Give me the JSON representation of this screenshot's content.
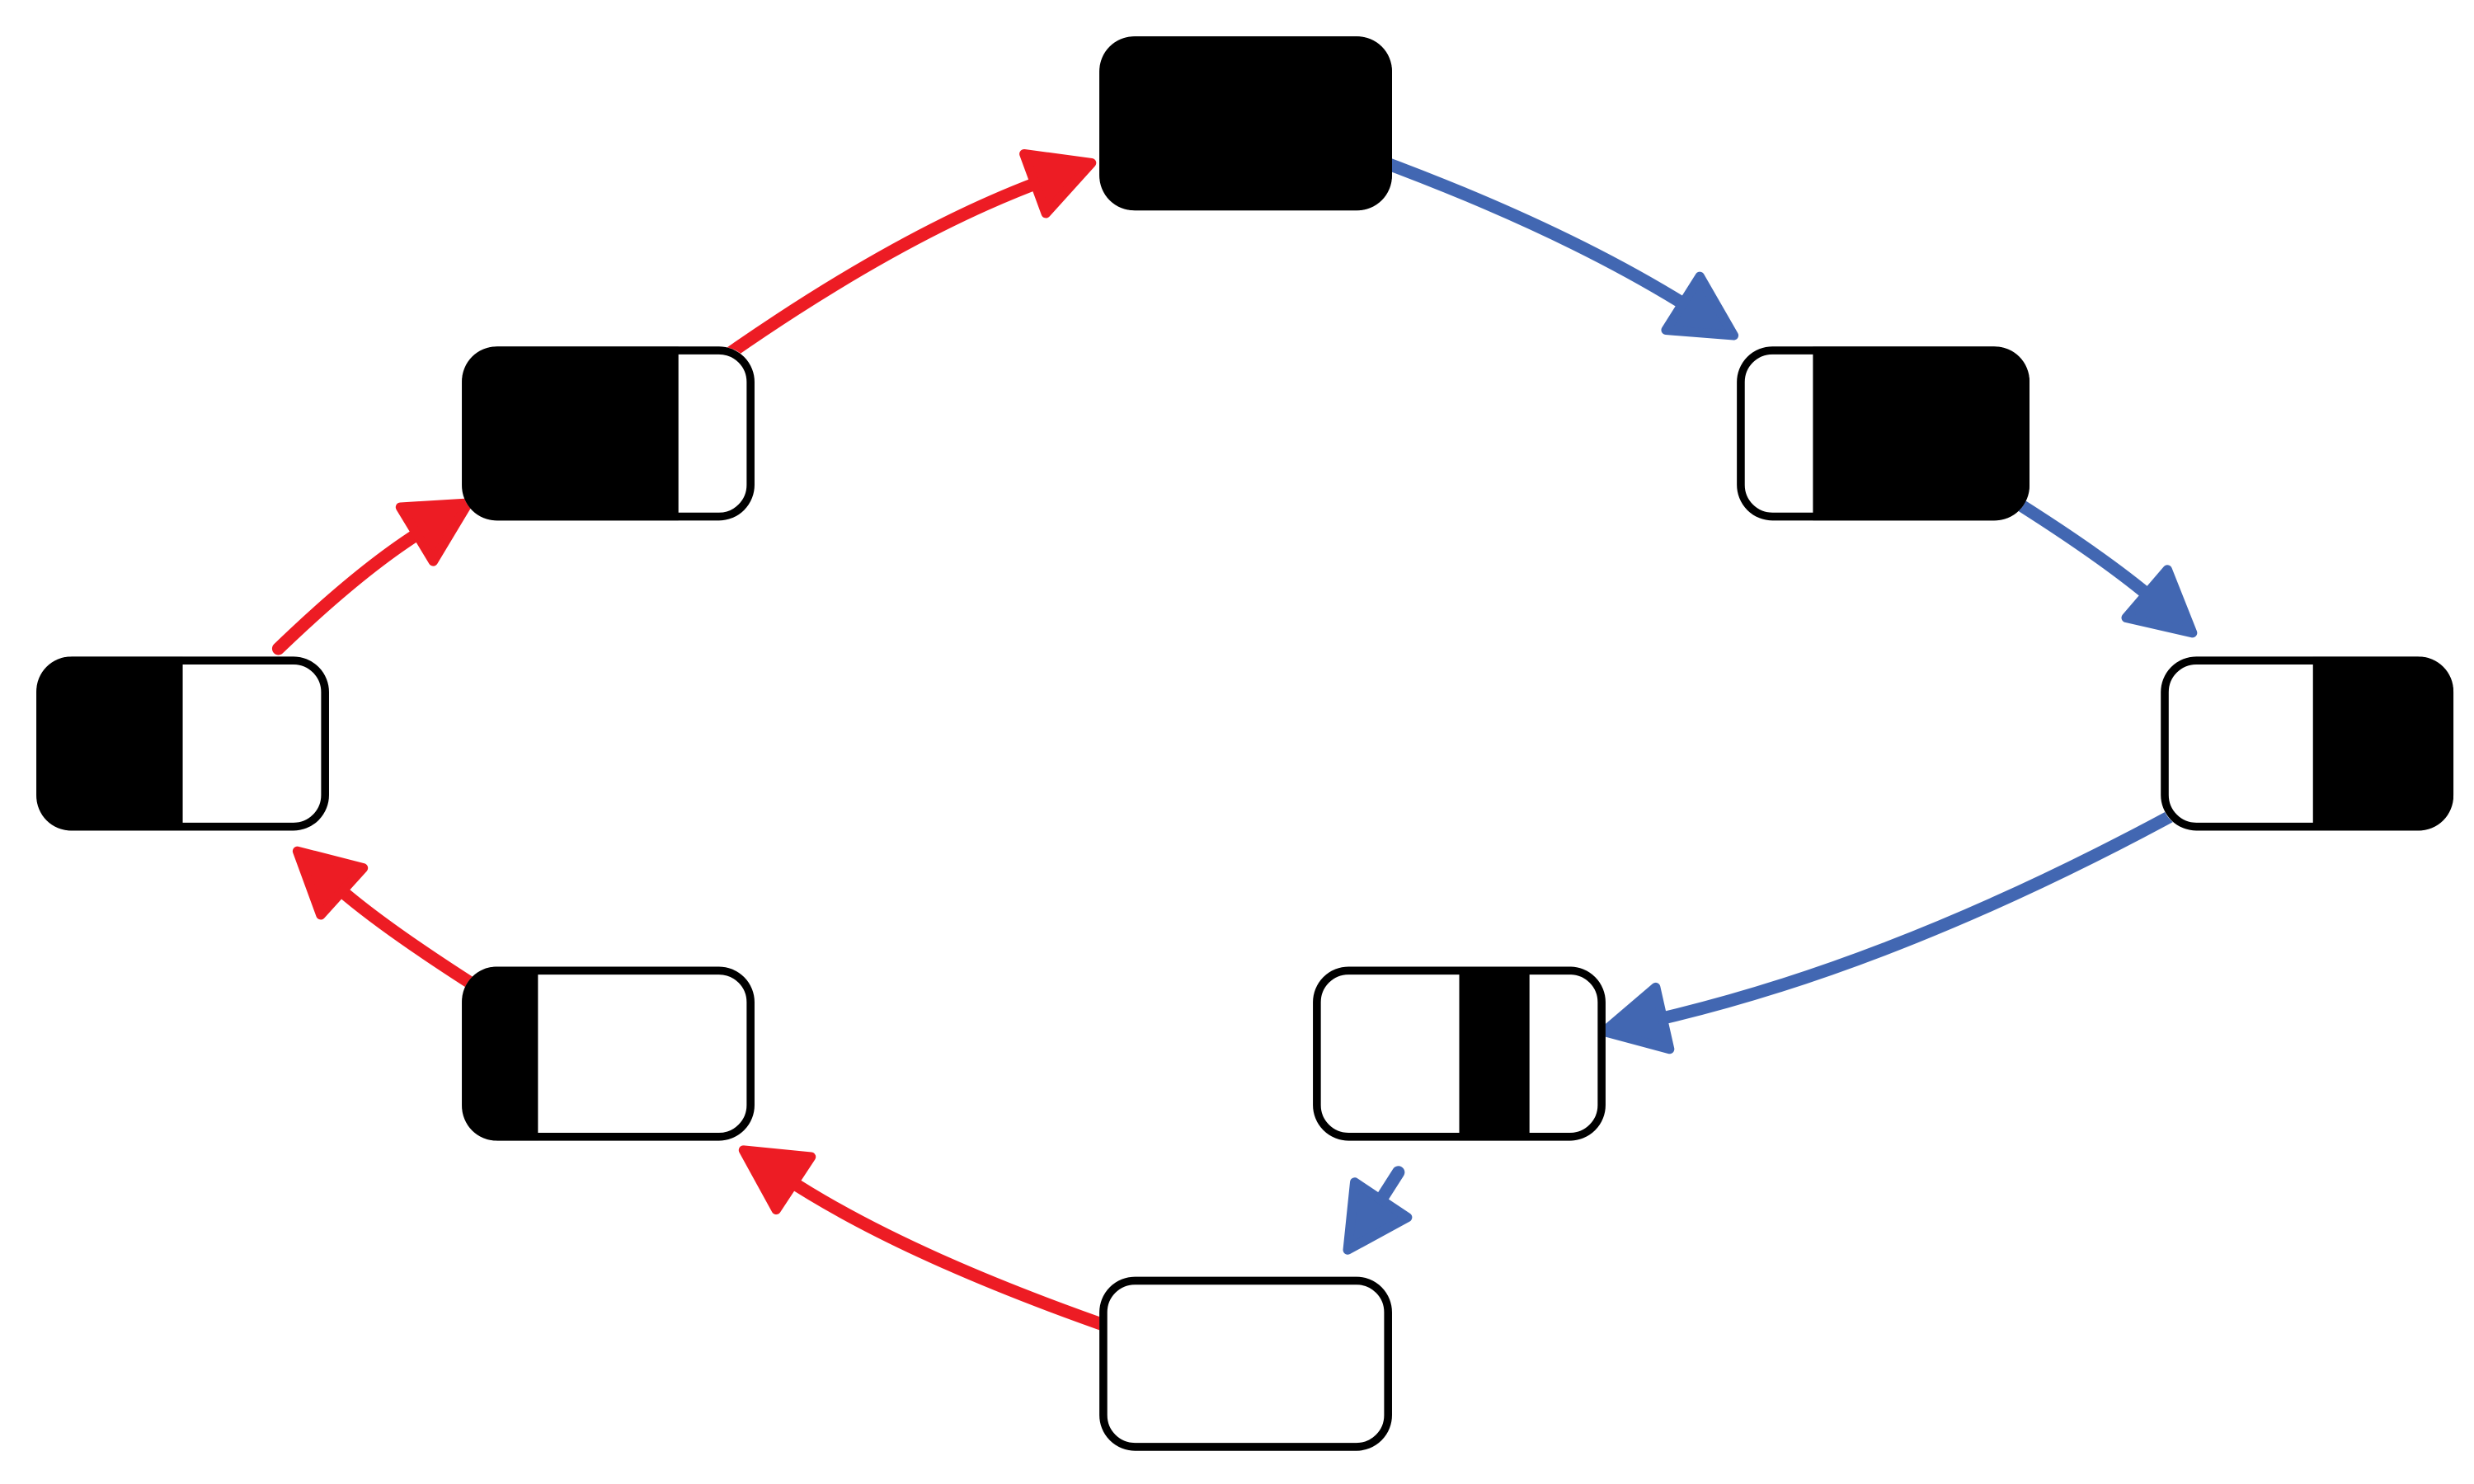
{
  "colors": {
    "background": "#ffffff",
    "box_fill": "#000000",
    "box_outline": "#000000",
    "box_empty": "#ffffff",
    "forward_arrow": "#4267b2",
    "backward_arrow": "#ed1c24"
  },
  "diagram": {
    "boxes": [
      {
        "id": "top",
        "fill_fraction": 1.0,
        "fill_side": "full"
      },
      {
        "id": "right-upper",
        "fill_fraction": 0.74,
        "fill_side": "right"
      },
      {
        "id": "right-middle",
        "fill_fraction": 0.48,
        "fill_side": "right"
      },
      {
        "id": "right-lower",
        "fill_fraction": 0.24,
        "fill_side": "middle"
      },
      {
        "id": "bottom",
        "fill_fraction": 0.0,
        "fill_side": "none"
      },
      {
        "id": "left-lower",
        "fill_fraction": 0.26,
        "fill_side": "left"
      },
      {
        "id": "left-middle",
        "fill_fraction": 0.5,
        "fill_side": "left"
      },
      {
        "id": "left-upper",
        "fill_fraction": 0.74,
        "fill_side": "left"
      }
    ],
    "arrows": [
      {
        "from": "top",
        "to": "right-upper",
        "color_role": "forward_arrow"
      },
      {
        "from": "right-upper",
        "to": "right-middle",
        "color_role": "forward_arrow"
      },
      {
        "from": "right-middle",
        "to": "right-lower",
        "color_role": "forward_arrow"
      },
      {
        "from": "right-lower",
        "to": "bottom",
        "color_role": "forward_arrow"
      },
      {
        "from": "bottom",
        "to": "left-lower",
        "color_role": "backward_arrow"
      },
      {
        "from": "left-lower",
        "to": "left-middle",
        "color_role": "backward_arrow"
      },
      {
        "from": "left-middle",
        "to": "left-upper",
        "color_role": "backward_arrow"
      },
      {
        "from": "left-upper",
        "to": "top",
        "color_role": "backward_arrow"
      }
    ]
  }
}
